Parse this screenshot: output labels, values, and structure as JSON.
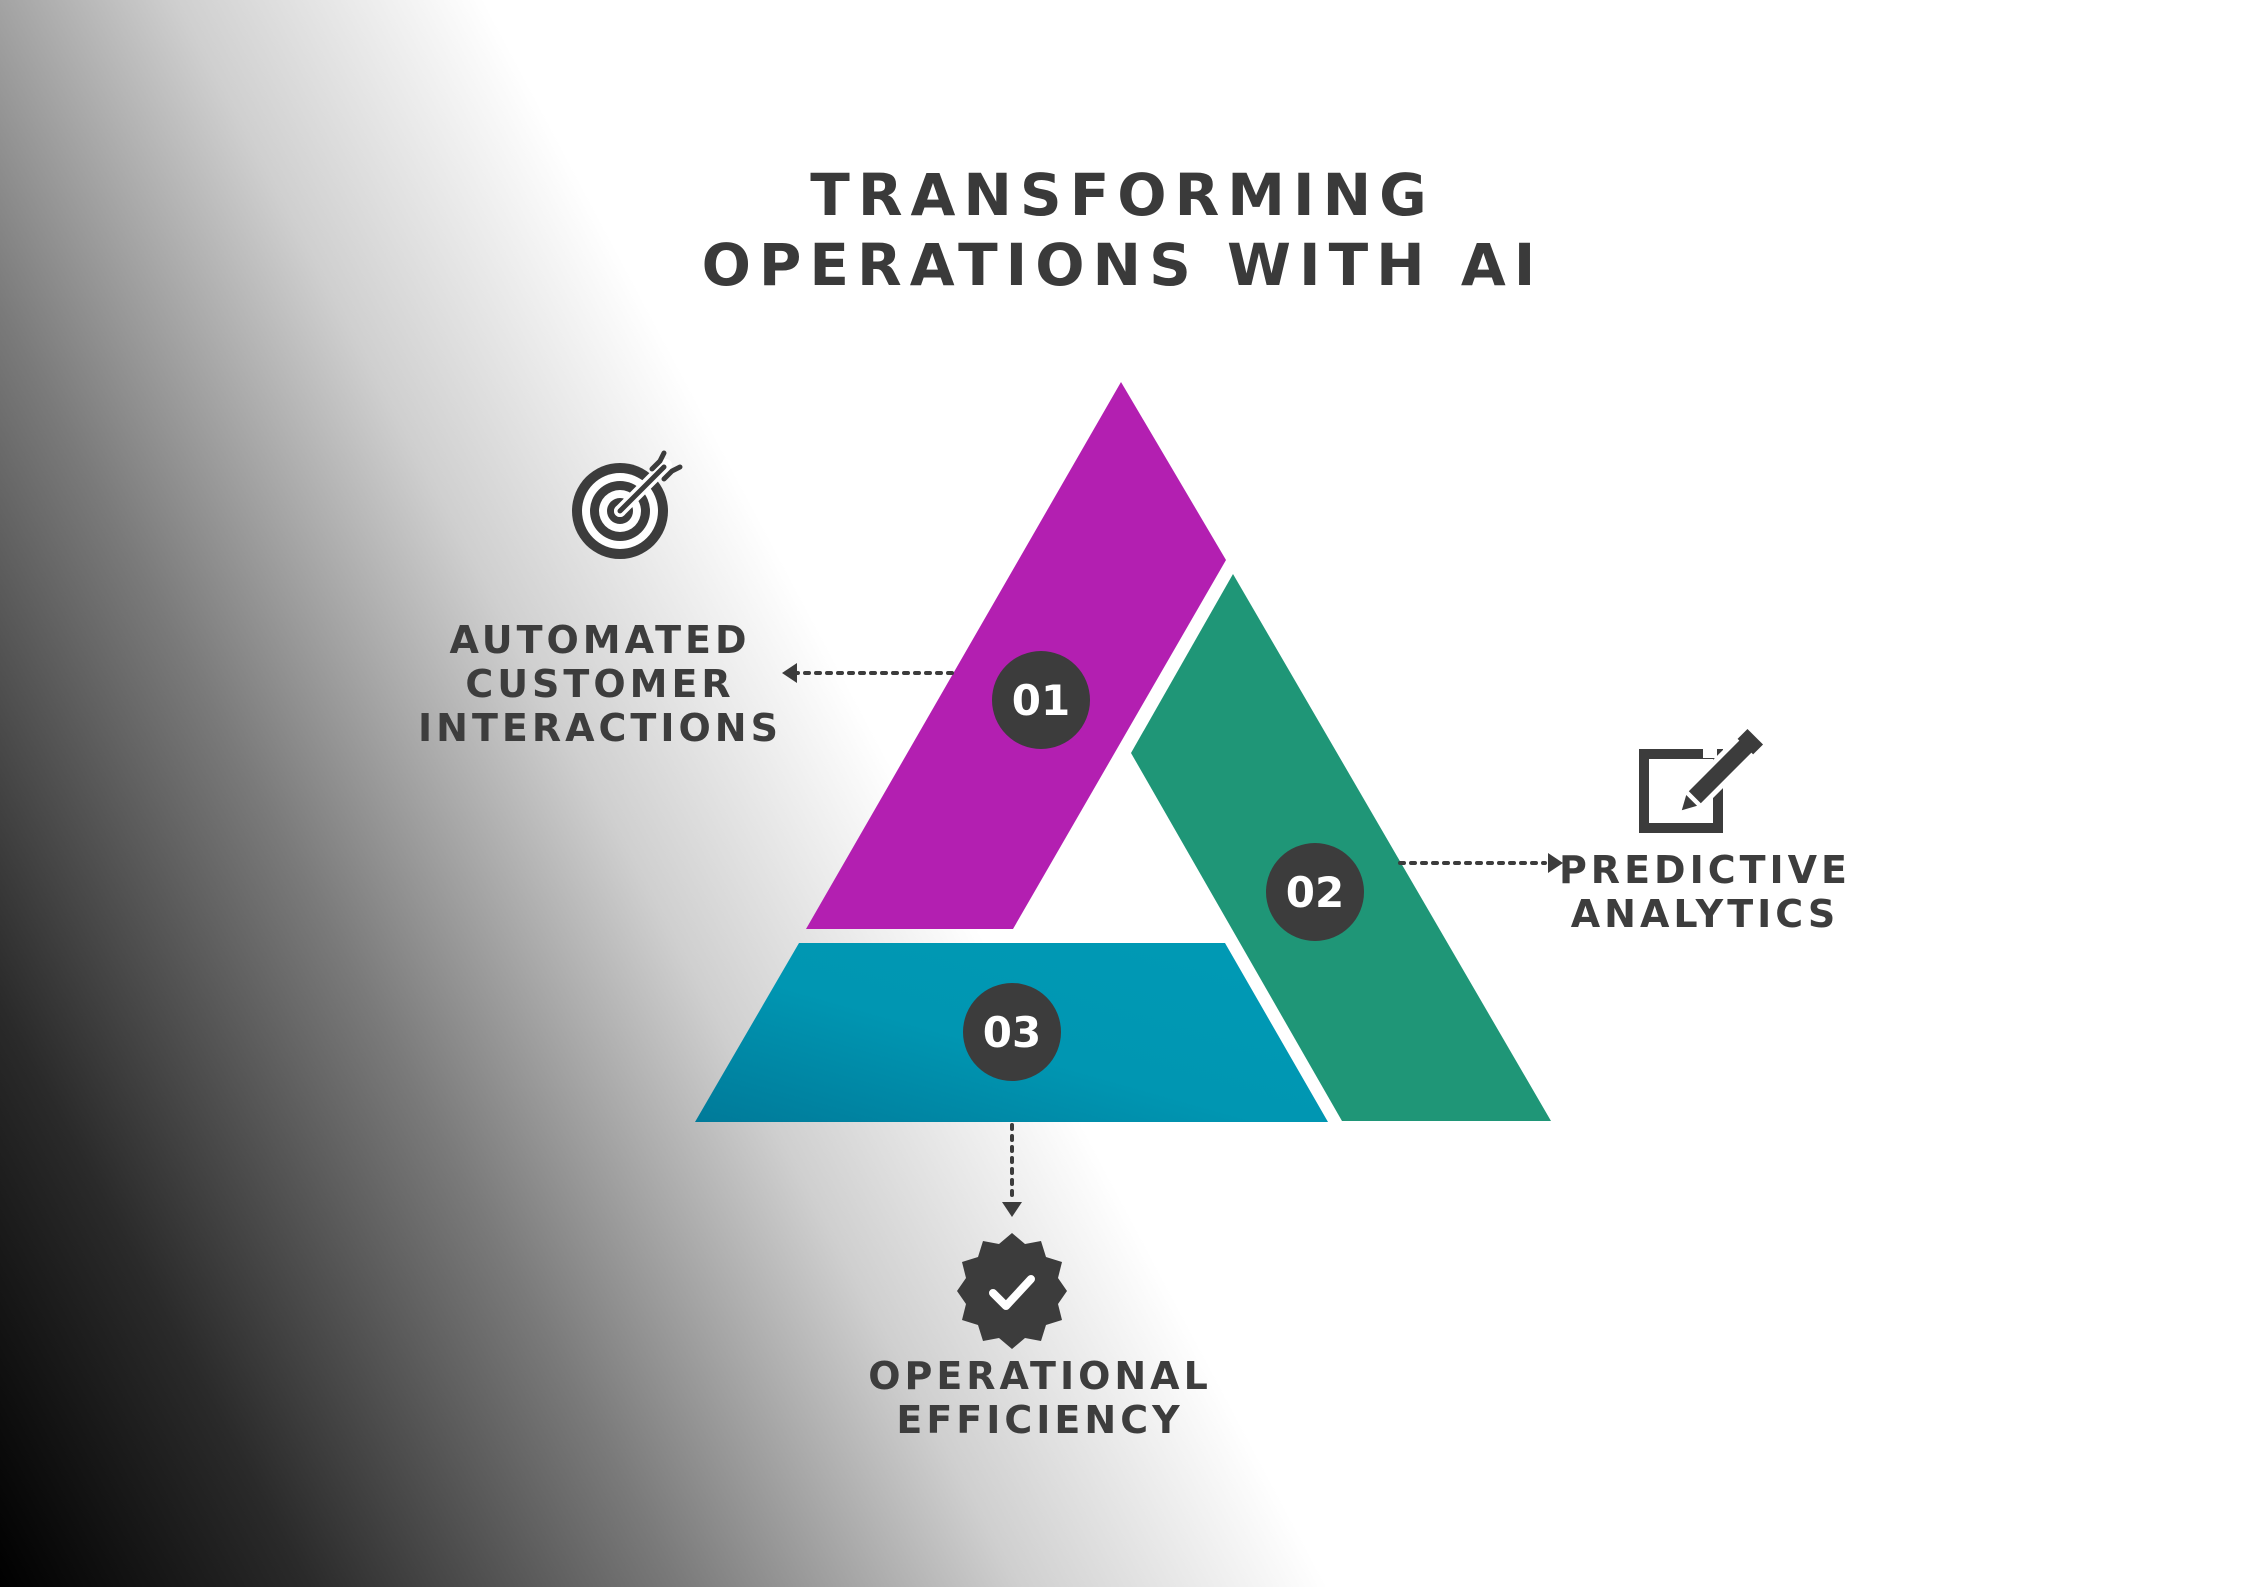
{
  "title": {
    "line1": "TRANSFORMING",
    "line2": "OPERATIONS WITH AI"
  },
  "segments": [
    {
      "number": "01",
      "label_line1": "AUTOMATED",
      "label_line2": "CUSTOMER",
      "label_line3": "INTERACTIONS",
      "color": "#b31fb1",
      "icon": "target-icon"
    },
    {
      "number": "02",
      "label_line1": "PREDICTIVE",
      "label_line2": "ANALYTICS",
      "color": "#1f9677",
      "icon": "edit-icon"
    },
    {
      "number": "03",
      "label_line1": "OPERATIONAL",
      "label_line2": "EFFICIENCY",
      "color": "#0098b3",
      "icon": "verified-badge-icon"
    }
  ],
  "badge_color": "#3c3c3c",
  "text_color": "#3d3d3d"
}
